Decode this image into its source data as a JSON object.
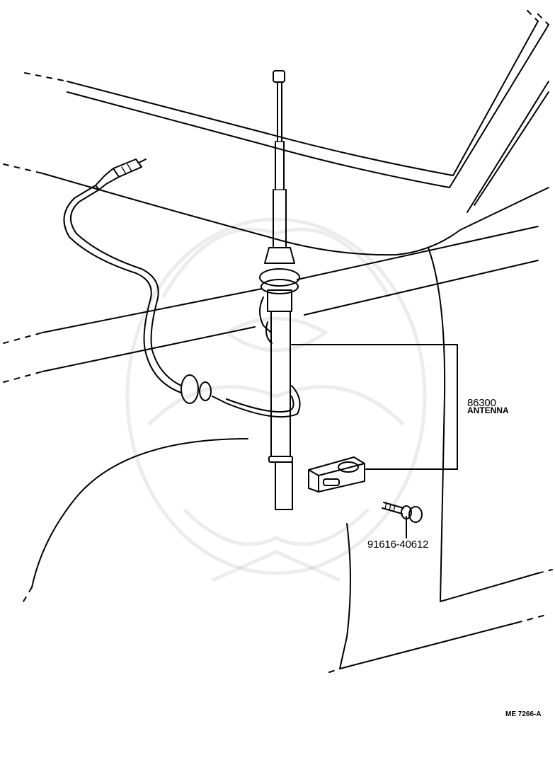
{
  "callouts": {
    "antenna": {
      "part_number": "86300",
      "part_name": "ANTENNA"
    },
    "bolt": {
      "part_number": "91616-40612"
    }
  },
  "diagram_ref": "ME 7266-A"
}
